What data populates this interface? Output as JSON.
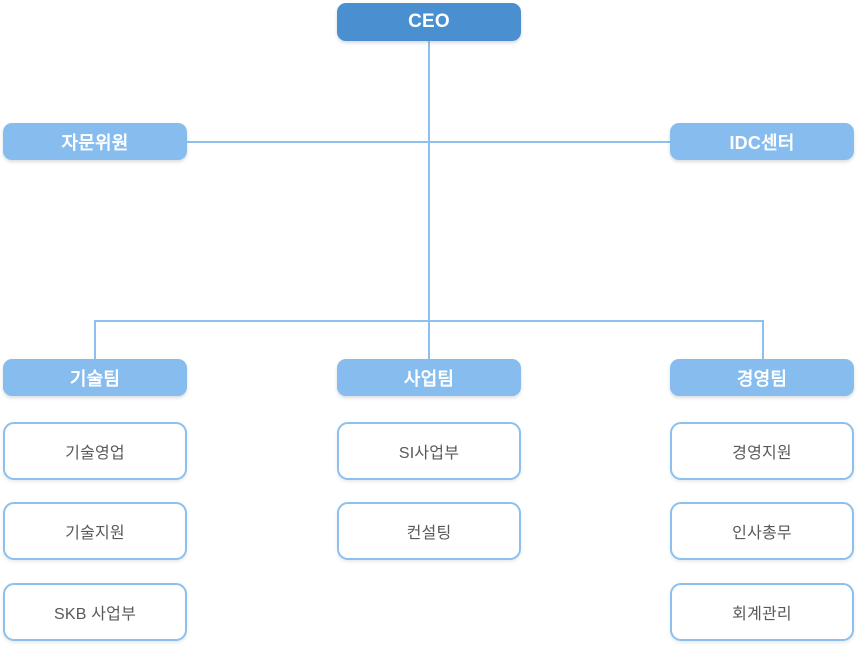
{
  "chart": {
    "type": "org-chart",
    "title": "",
    "colors": {
      "root_fill": "#4a90d0",
      "branch_fill": "#86bdee",
      "leaf_fill": "#ffffff",
      "leaf_border": "#8cc0ee",
      "connector": "#8cc0ee",
      "root_text": "#ffffff",
      "branch_text": "#ffffff",
      "leaf_text": "#595959"
    },
    "root": {
      "label": "CEO"
    },
    "staff": {
      "left": {
        "label": "자문위원"
      },
      "right": {
        "label": "IDC센터"
      }
    },
    "teams": [
      {
        "label": "기술팀",
        "units": [
          {
            "label": "기술영업"
          },
          {
            "label": "기술지원"
          },
          {
            "label": "SKB 사업부"
          }
        ]
      },
      {
        "label": "사업팀",
        "units": [
          {
            "label": "SI사업부"
          },
          {
            "label": "컨설팅"
          }
        ]
      },
      {
        "label": "경영팀",
        "units": [
          {
            "label": "경영지원"
          },
          {
            "label": "인사총무"
          },
          {
            "label": "회계관리"
          }
        ]
      }
    ]
  }
}
